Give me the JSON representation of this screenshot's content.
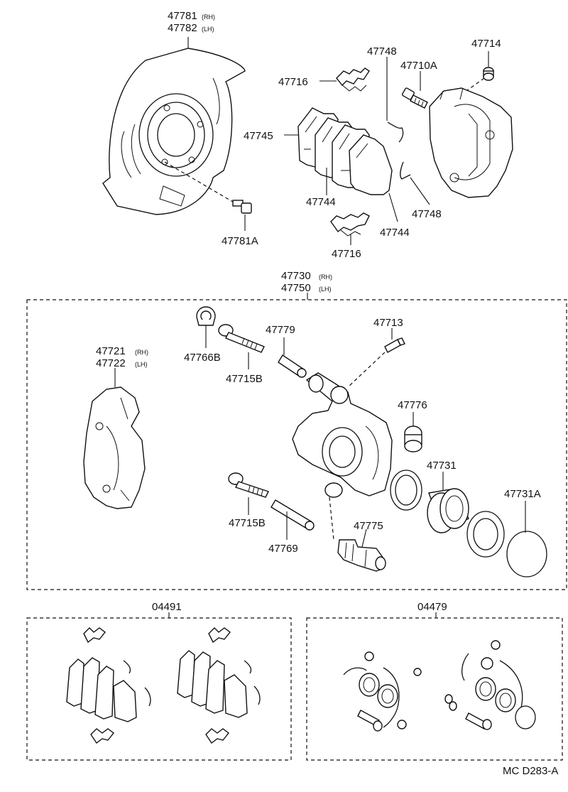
{
  "labels": {
    "p47781": "47781",
    "p47781_sub": "(RH)",
    "p47782": "47782",
    "p47782_sub": "(LH)",
    "p47781A": "47781A",
    "p47748a": "47748",
    "p47714": "47714",
    "p47716a": "47716",
    "p47710A": "47710A",
    "p47745": "47745",
    "p47744a": "47744",
    "p47744b": "47744",
    "p47748b": "47748",
    "p47716b": "47716",
    "p47730": "47730",
    "p47730_sub": "(RH)",
    "p47750": "47750",
    "p47750_sub": "(LH)",
    "p47766B": "47766B",
    "p47779": "47779",
    "p47713": "47713",
    "p47715Ba": "47715B",
    "p47721": "47721",
    "p47721_sub": "(RH)",
    "p47722": "47722",
    "p47722_sub": "(LH)",
    "p47776": "47776",
    "p47731": "47731",
    "p47731A": "47731A",
    "p47715Bb": "47715B",
    "p47769": "47769",
    "p47775": "47775",
    "p04491": "04491",
    "p04479": "04479",
    "code": "MC D283-A"
  }
}
